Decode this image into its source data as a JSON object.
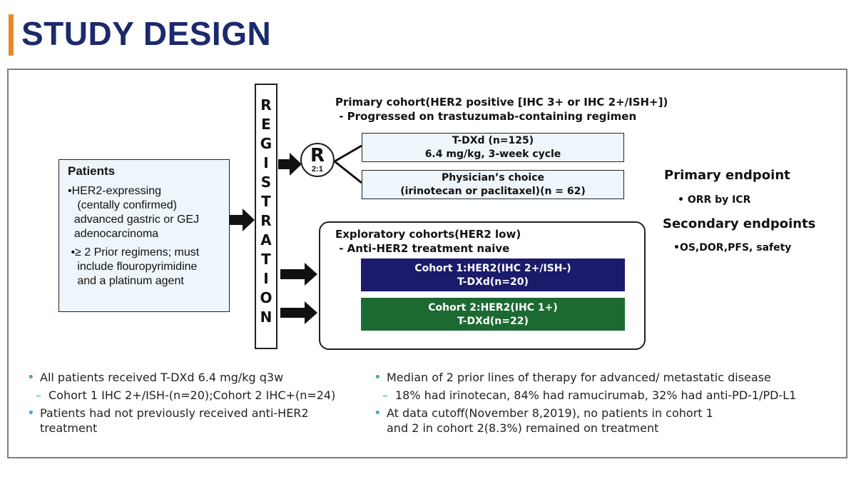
{
  "title": "STUDY DESIGN",
  "patients": {
    "title": "Patients",
    "lines": [
      "•HER2-expressing",
      "   (centally confirmed)",
      "  advanced gastric or GEJ",
      "  adenocarcinoma",
      " •≥ 2 Prior regimens; must",
      "   include flouropyrimidine",
      "   and a platinum agent"
    ]
  },
  "registration": {
    "letters": [
      "R",
      "E",
      "G",
      "I",
      "S",
      "T",
      "R",
      "A",
      "T",
      "I",
      "O",
      "N"
    ]
  },
  "randomization": {
    "letter": "R",
    "ratio": "2:1"
  },
  "primary_cohort": {
    "heading": "Primary cohort(HER2 positive [IHC 3+ or IHC 2+/ISH+])",
    "subheading": " - Progressed on trastuzumab-containing regimen",
    "arms": [
      {
        "line1": "T-DXd (n=125)",
        "line2": "6.4 mg/kg, 3-week cycle"
      },
      {
        "line1": "Physician’s choice",
        "line2": "(irinotecan or paclitaxel)(n = 62)"
      }
    ]
  },
  "exploratory_cohorts": {
    "heading": "Exploratory cohorts(HER2 low)",
    "subheading": " - Anti-HER2 treatment naive",
    "arms": [
      {
        "line1": "Cohort 1:HER2(IHC 2+/ISH-)",
        "line2": "T-DXd(n=20)",
        "color": "#1b1b6b"
      },
      {
        "line1": "Cohort 2:HER2(IHC 1+)",
        "line2": "T-DXd(n=22)",
        "color": "#1c6a32"
      }
    ]
  },
  "endpoints": {
    "primary_title": "Primary endpoint",
    "primary_item": "• ORR by ICR",
    "secondary_title": "Secondary endpoints",
    "secondary_item": "•OS,DOR,PFS, safety"
  },
  "bullets_left": {
    "b1": "All patients received T-DXd 6.4 mg/kg q3w",
    "b1_sub": "Cohort 1 IHC 2+/ISH-(n=20);Cohort 2 IHC+(n=24)",
    "b2_line1": "Patients had not previously received anti-HER2",
    "b2_line2": "treatment"
  },
  "bullets_right": {
    "b1": "Median of 2 prior lines of therapy for advanced/ metastatic disease",
    "b1_sub": "18% had irinotecan, 84% had ramucirumab, 32% had anti-PD-1/PD-L1",
    "b2_line1": "At data cutoff(November 8,2019), no patients in cohort 1",
    "b2_line2": "and 2 in cohort 2(8.3%) remained on treatment"
  },
  "colors": {
    "title": "#1b2a6b",
    "accent_bar": "#e58a2c",
    "bullet": "#4aa6c9",
    "patients_fill": "#eef6fb",
    "cohort1": "#1b1b6b",
    "cohort2": "#1c6a32"
  }
}
